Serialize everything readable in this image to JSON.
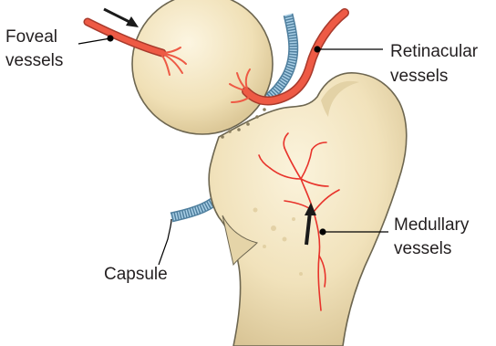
{
  "labels": {
    "foveal": [
      "Foveal",
      "vessels"
    ],
    "retinacular": [
      "Retinacular",
      "vessels"
    ],
    "medullary": [
      "Medullary",
      "vessels"
    ],
    "capsule": "Capsule"
  },
  "colors": {
    "bone_fill": "#f3e6c4",
    "bone_shadow": "#e0cfa2",
    "bone_outline": "#6d6650",
    "vessel": "#ee5a45",
    "vessel_outline": "#a83a2c",
    "medullary_vessel": "#e8332b",
    "capsule_fill": "#a9cfe6",
    "capsule_outline": "#4f7f9e",
    "arrow": "#1a1a1a",
    "leader": "#000000"
  },
  "icons": [
    "indicator-arrow",
    "indicator-arrow"
  ]
}
